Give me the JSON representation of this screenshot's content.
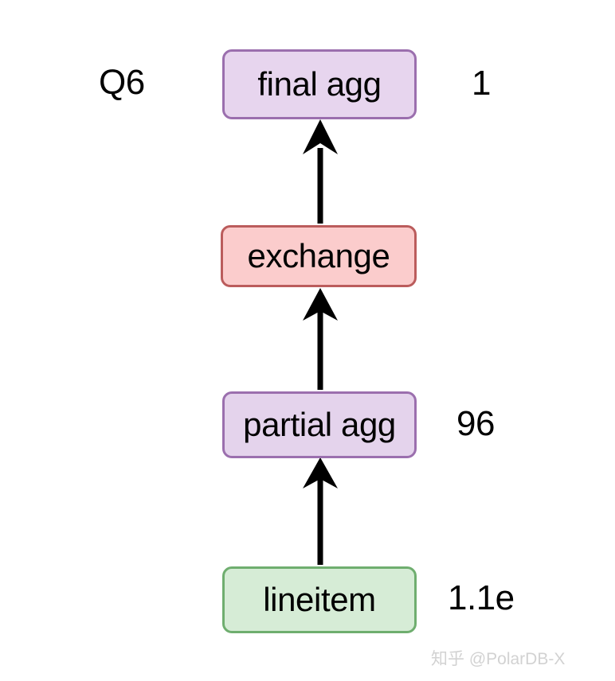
{
  "diagram": {
    "query_label": "Q6",
    "nodes": [
      {
        "id": "final-agg",
        "label": "final agg",
        "fill": "#e7d5ee",
        "stroke": "#9b6fae",
        "rowcount": "1"
      },
      {
        "id": "exchange",
        "label": "exchange",
        "fill": "#fbcccc",
        "stroke": "#bb5c5c",
        "rowcount": ""
      },
      {
        "id": "partial-agg",
        "label": "partial agg",
        "fill": "#e4d3ec",
        "stroke": "#9b6fae",
        "rowcount": "96"
      },
      {
        "id": "lineitem",
        "label": "lineitem",
        "fill": "#d6ecd6",
        "stroke": "#6fae6f",
        "rowcount": "1.1e"
      }
    ],
    "edges": [
      {
        "from": "lineitem",
        "to": "partial-agg",
        "arrow": "up-arrow-icon"
      },
      {
        "from": "partial-agg",
        "to": "exchange",
        "arrow": "up-arrow-icon"
      },
      {
        "from": "exchange",
        "to": "final-agg",
        "arrow": "up-arrow-icon"
      }
    ],
    "edge_color": "#000000",
    "background": "#ffffff"
  },
  "watermark": {
    "text": "知乎 @PolarDB-X",
    "color": "#d2d2d2"
  }
}
